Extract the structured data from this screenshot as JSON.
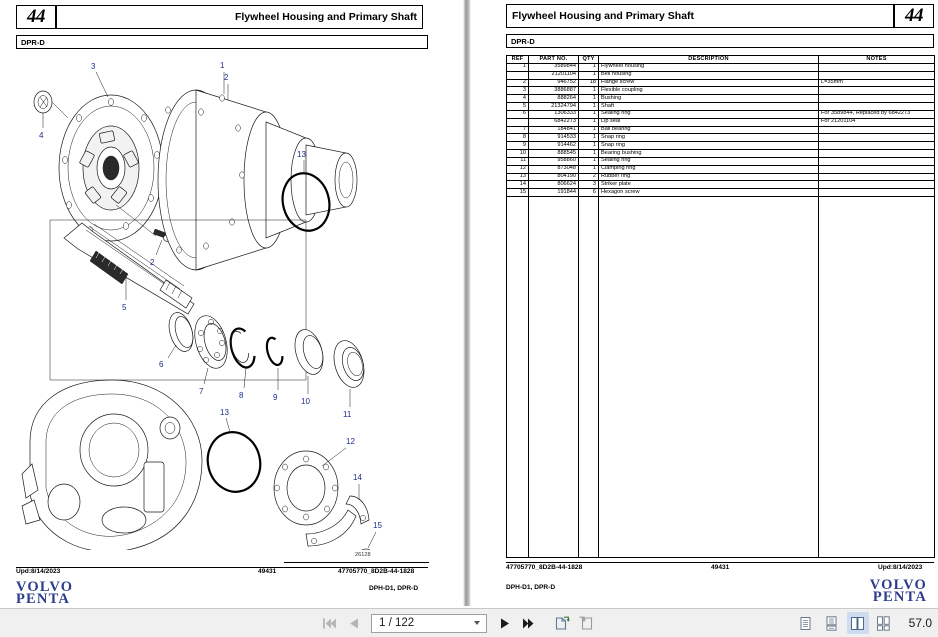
{
  "left_page": {
    "chapter_number": "44",
    "title": "Flywheel Housing and Primary Shaft",
    "model": "DPR-D",
    "drawing_id": "26128",
    "footer_updated": "Upd:8/14/2023",
    "footer_code": "49431",
    "footer_doc": "47705770_8D2B-44-1828",
    "footer_models": "DPH-D1, DPR-D",
    "logo_line1": "VOLVO",
    "logo_line2": "PENTA",
    "callouts": [
      "1",
      "2",
      "3",
      "4",
      "5",
      "6",
      "7",
      "8",
      "9",
      "10",
      "11",
      "12",
      "13",
      "13",
      "14",
      "15",
      "2"
    ]
  },
  "right_page": {
    "chapter_number": "44",
    "title": "Flywheel Housing and Primary Shaft",
    "model": "DPR-D",
    "footer_doc": "47705770_8D2B-44-1828",
    "footer_code": "49431",
    "footer_updated": "Upd:8/14/2023",
    "footer_models": "DPH-D1, DPR-D",
    "logo_line1": "VOLVO",
    "logo_line2": "PENTA",
    "table": {
      "headers": [
        "REF",
        "PART NO.",
        "QTY",
        "DESCRIPTION",
        "NOTES"
      ],
      "rows": [
        [
          "1",
          "3589844",
          "1",
          "Flywheel housing",
          ""
        ],
        [
          "",
          "21201104",
          "1",
          "Bell housing",
          ""
        ],
        [
          "2",
          "946752",
          "18",
          "Flange screw",
          "L=35mm"
        ],
        [
          "3",
          "3886887",
          "1",
          "Flexible coupling",
          ""
        ],
        [
          "4",
          "888264",
          "1",
          "Bushing",
          ""
        ],
        [
          "5",
          "21324794",
          "1",
          "Shaft",
          ""
        ],
        [
          "6",
          "1306333",
          "1",
          "Sealing ring",
          "For 3589844, Replaced by 6842273"
        ],
        [
          "",
          "6842273",
          "1",
          "Lip seal",
          "For 21201104"
        ],
        [
          "7",
          "184841",
          "1",
          "Ball bearing",
          ""
        ],
        [
          "8",
          "914533",
          "1",
          "Snap ring",
          ""
        ],
        [
          "9",
          "914462",
          "1",
          "Snap ring",
          ""
        ],
        [
          "10",
          "888545",
          "1",
          "Bearing bushing",
          ""
        ],
        [
          "11",
          "958860",
          "1",
          "Sealing ring",
          ""
        ],
        [
          "12",
          "873048",
          "1",
          "Clamping ring",
          ""
        ],
        [
          "13",
          "804190",
          "2",
          "Rubber ring",
          ""
        ],
        [
          "14",
          "806624",
          "3",
          "Striker plate",
          ""
        ],
        [
          "15",
          "191844",
          "6",
          "Hexagon screw",
          ""
        ]
      ]
    }
  },
  "toolbar": {
    "first_page_label": "First page",
    "previous_page_label": "Previous page",
    "page_indicator": "1 / 122",
    "next_page_label": "Next page",
    "last_page_label": "Last page",
    "rotate_cw_label": "Rotate clockwise",
    "rotate_ccw_label": "Rotate counter-clockwise",
    "view_single_label": "Single page view",
    "view_continuous_label": "Continuous view",
    "view_two_page_label": "Two page view",
    "view_two_page_continuous_label": "Two page continuous view",
    "zoom_level": "57.0",
    "selected_view": "two-page",
    "accent_color": "#cfdcf0",
    "brand_color": "#2d3c8c"
  }
}
